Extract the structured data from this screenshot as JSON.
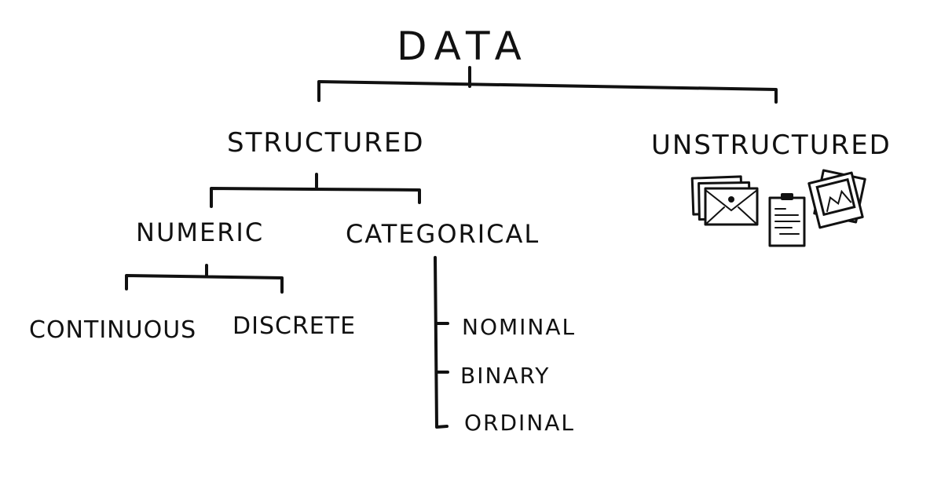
{
  "diagram": {
    "root": "DATA",
    "structured": {
      "label": "STRUCTURED",
      "numeric": {
        "label": "NUMERIC",
        "children": [
          "CONTINUOUS",
          "DISCRETE"
        ]
      },
      "categorical": {
        "label": "CATEGORICAL",
        "children": [
          "NOMINAL",
          "BINARY",
          "ORDINAL"
        ]
      }
    },
    "unstructured": {
      "label": "UNSTRUCTURED",
      "icons": [
        "envelope-icon",
        "clipboard-icon",
        "photo-icon"
      ]
    }
  }
}
